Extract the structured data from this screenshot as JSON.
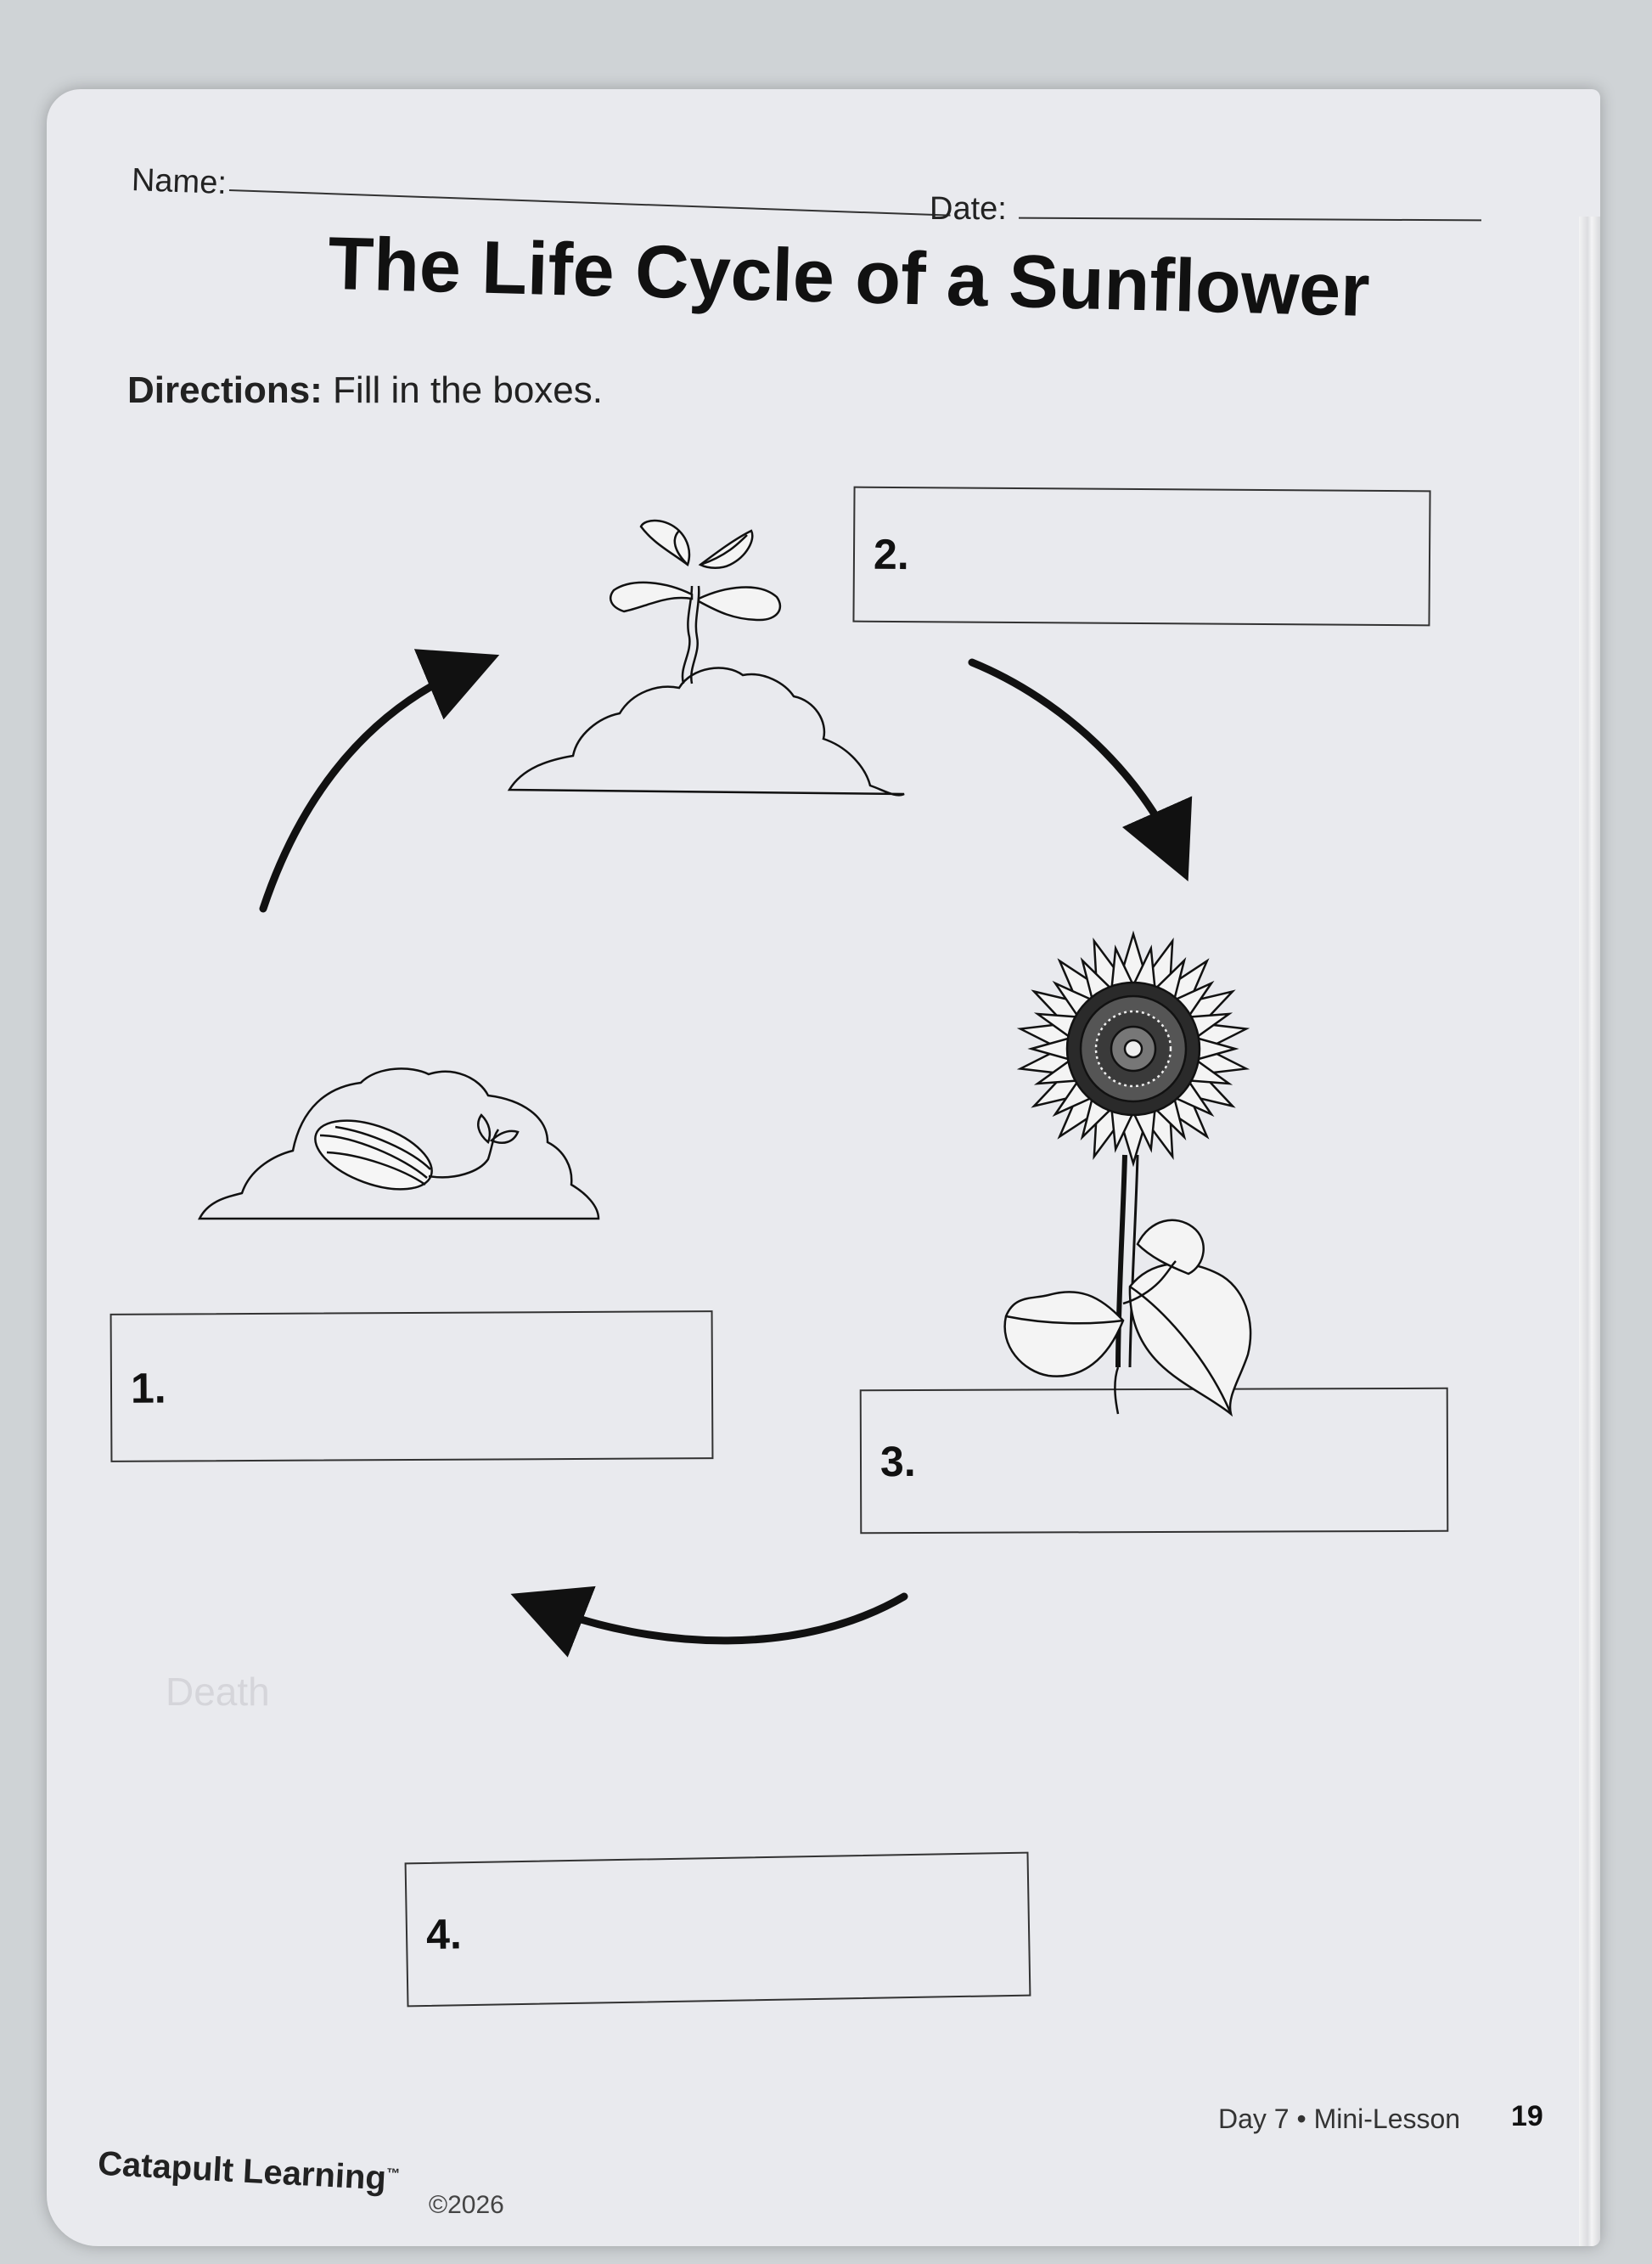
{
  "worksheet": {
    "name_label": "Name:",
    "date_label": "Date:",
    "title": "The Life Cycle of a Sunflower",
    "directions_label": "Directions:",
    "directions_text": " Fill in the boxes.",
    "boxes": [
      {
        "number": "1.",
        "value": ""
      },
      {
        "number": "2.",
        "value": ""
      },
      {
        "number": "3.",
        "value": ""
      },
      {
        "number": "4.",
        "value": ""
      }
    ],
    "stages": [
      "seed-icon",
      "sprout-icon",
      "sunflower-icon"
    ]
  },
  "footer": {
    "brand": "Catapult Learning",
    "trademark": "™",
    "copyright": "©2026",
    "lesson": "Day 7 • Mini-Lesson",
    "page_number": "19"
  },
  "colors": {
    "paper": "#e9eaee",
    "ink": "#111111"
  }
}
